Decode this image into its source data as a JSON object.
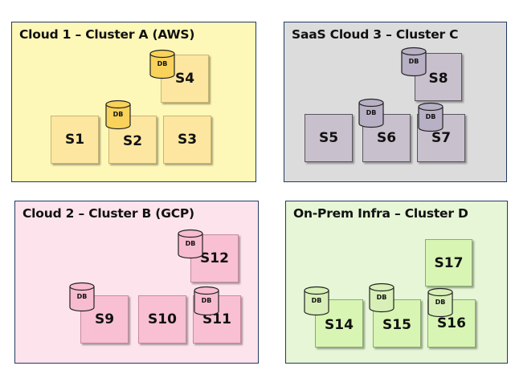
{
  "clusters": {
    "a": {
      "title": "Cloud 1 – Cluster A (AWS)",
      "colors": {
        "fill": "#fef8b8",
        "service_fill": "#fde7a0",
        "service_border": "#c9b573",
        "db_fill": "#f8d25a"
      },
      "services": {
        "s1": "S1",
        "s2": "S2",
        "s3": "S3",
        "s4": "S4"
      },
      "db": "DB"
    },
    "c": {
      "title": "SaaS Cloud 3 – Cluster C",
      "colors": {
        "fill": "#dcdcdc",
        "service_fill": "#c8c0cc",
        "service_border": "#5a5560",
        "db_fill": "#b8b0c4"
      },
      "services": {
        "s5": "S5",
        "s6": "S6",
        "s7": "S7",
        "s8": "S8"
      },
      "db": "DB"
    },
    "b": {
      "title": "Cloud 2 – Cluster B (GCP)",
      "colors": {
        "fill": "#fde4ec",
        "service_fill": "#f8c0d2",
        "service_border": "#c78aa0",
        "db_fill": "#f8bcd0"
      },
      "services": {
        "s9": "S9",
        "s10": "S10",
        "s11": "S11",
        "s12": "S12"
      },
      "db": "DB"
    },
    "d": {
      "title": "On-Prem Infra – Cluster D",
      "colors": {
        "fill": "#e6f6d6",
        "service_fill": "#d8f5b4",
        "service_border": "#8aaa70",
        "db_fill": "#d8f0b8"
      },
      "services": {
        "s14": "S14",
        "s15": "S15",
        "s16": "S16",
        "s17": "S17"
      },
      "db": "DB"
    }
  }
}
